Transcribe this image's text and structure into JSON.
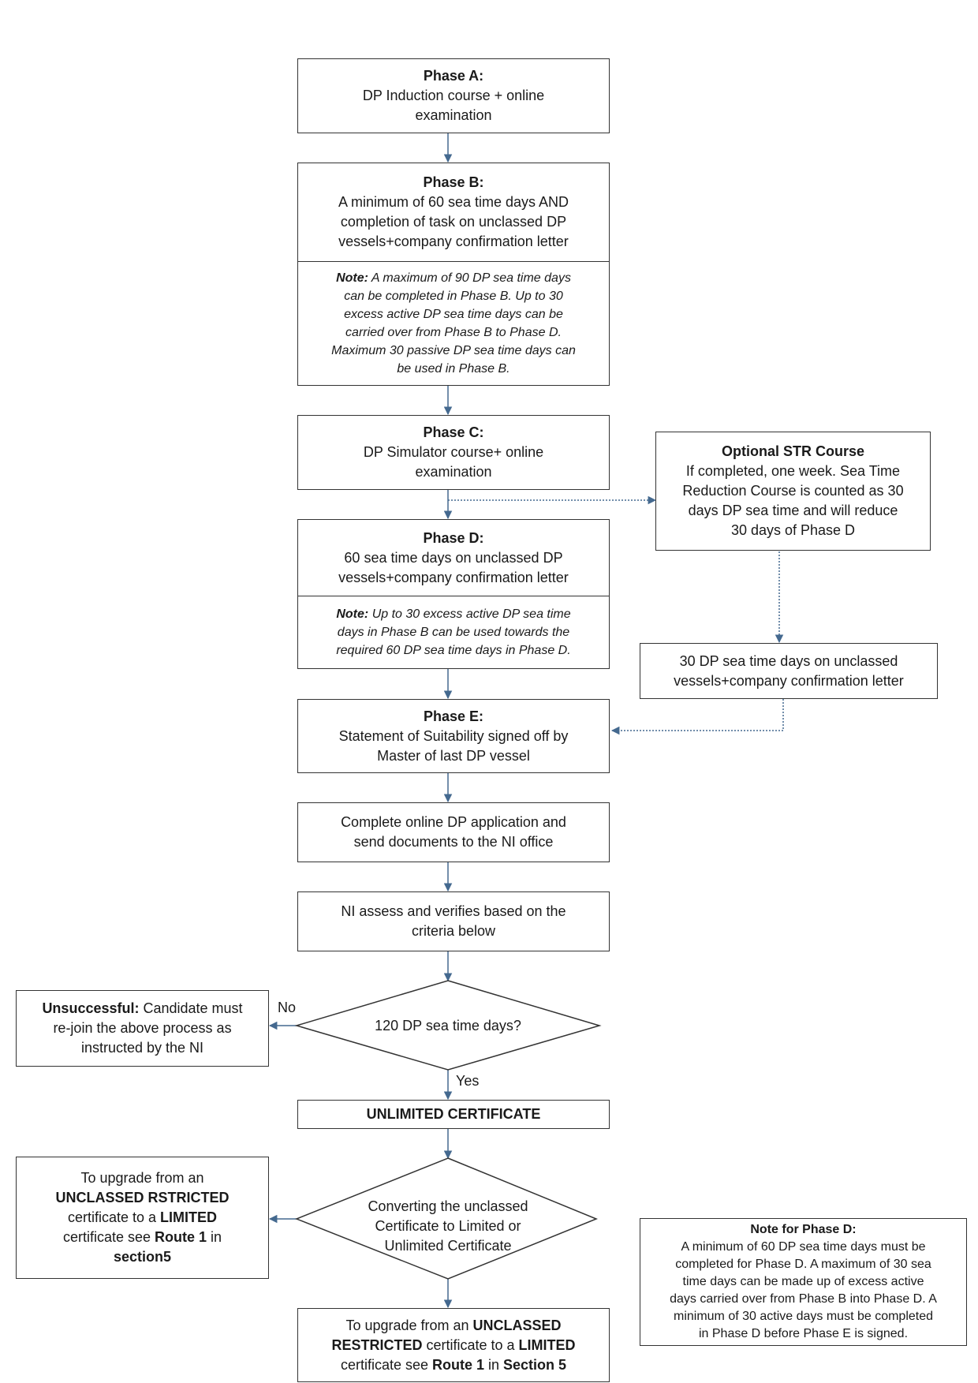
{
  "phase_a": {
    "title": "Phase A:",
    "lines": [
      "DP Induction course + online",
      "examination"
    ]
  },
  "phase_b": {
    "title": "Phase B:",
    "lines": [
      "A minimum of 60 sea time days AND",
      "completion of task on unclassed DP",
      "vessels+company confirmation letter"
    ],
    "note_label": "Note:",
    "note_lines": [
      "A maximum of 90 DP sea time days",
      "can be completed in Phase B. Up to 30",
      "excess active DP sea time days can be",
      "carried over from Phase B to Phase D.",
      "Maximum 30 passive DP sea time days can",
      "be used in Phase B."
    ]
  },
  "phase_c": {
    "title": "Phase C:",
    "lines": [
      "DP Simulator course+ online",
      "examination"
    ]
  },
  "optional_str": {
    "title": "Optional STR Course",
    "lines": [
      "If completed, one week. Sea Time",
      "Reduction Course is counted as 30",
      "days DP sea time and will reduce",
      "30 days of Phase D"
    ]
  },
  "phase_d": {
    "title": "Phase D:",
    "lines": [
      "60 sea time days on unclassed DP",
      "vessels+company confirmation letter"
    ],
    "note_label": "Note:",
    "note_lines": [
      "Up to 30 excess active DP sea time",
      "days in Phase B can be used towards the",
      "required 60 DP sea time days in Phase D."
    ]
  },
  "str_days": {
    "lines": [
      "30 DP sea time days on unclassed",
      "vessels+company confirmation letter"
    ]
  },
  "phase_e": {
    "title": "Phase E:",
    "lines": [
      "Statement of Suitability signed off by",
      "Master of last DP vessel"
    ]
  },
  "application": {
    "lines": [
      "Complete online DP application and",
      "send documents to the NI office"
    ]
  },
  "assessment": {
    "lines": [
      "NI assess and verifies based on the",
      "criteria below"
    ]
  },
  "decision_days": {
    "text": "120 DP sea time days?"
  },
  "label_no": "No",
  "label_yes": "Yes",
  "unsuccessful": {
    "bold": "Unsuccessful:",
    "rest": " Candidate must",
    "lines": [
      "re-join the above process as",
      "instructed by the NI"
    ]
  },
  "unlimited": {
    "text": "UNLIMITED CERTIFICATE"
  },
  "decision_convert": {
    "lines": [
      "Converting the unclassed",
      "Certificate to Limited or",
      "Unlimited Certificate"
    ]
  },
  "upgrade_left": {
    "l1": "To upgrade from an",
    "l2": "UNCLASSED RSTRICTED",
    "l3a": "certificate to a ",
    "l3b": "LIMITED",
    "l4a": "certificate see ",
    "l4b": "Route 1",
    "l4c": " in",
    "l5": "section5"
  },
  "upgrade_bottom": {
    "l1a": "To upgrade from an ",
    "l1b": "UNCLASSED",
    "l2a": "RESTRICTED",
    "l2b": " certificate to a ",
    "l2c": "LIMITED",
    "l3a": "certificate see ",
    "l3b": "Route 1",
    "l3c": " in ",
    "l3d": "Section 5"
  },
  "note_phase_d": {
    "title": "Note for Phase D:",
    "lines": [
      "A minimum of 60 DP sea time days must be",
      "completed for Phase D. A maximum of 30 sea",
      "time days can be made up of excess active",
      "days carried over from Phase B into Phase D. A",
      "minimum of 30 active days must be completed",
      "in Phase D before Phase E is signed."
    ]
  },
  "colors": {
    "arrow": "#44698f",
    "border": "#333333"
  }
}
